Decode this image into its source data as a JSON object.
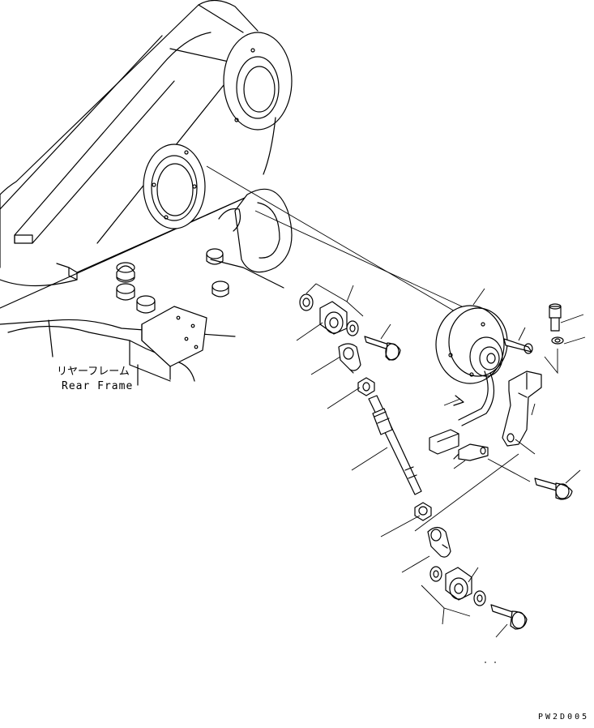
{
  "labels": {
    "rear_frame_jp": "リヤーフレーム",
    "rear_frame_en": "Rear Frame",
    "drawing_code": "PW2D005"
  },
  "colors": {
    "line": "#000000",
    "background": "#ffffff"
  }
}
